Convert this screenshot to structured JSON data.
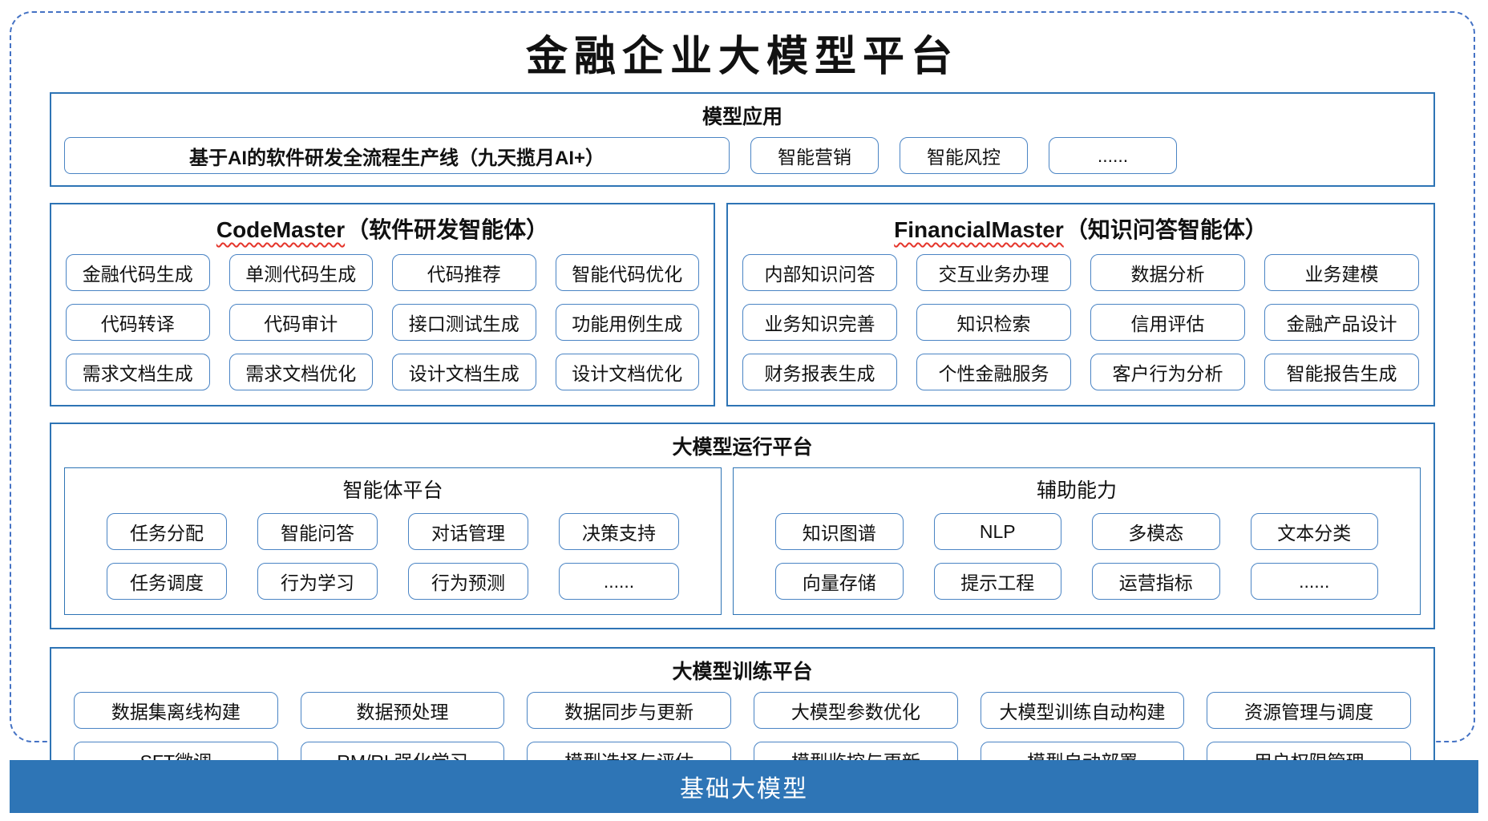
{
  "title": "金融企业大模型平台",
  "colors": {
    "frame_dashed": "#4472C4",
    "section_border": "#2E74B5",
    "pill_border": "#4A84C4",
    "footer_bg": "#2E75B6",
    "footer_text": "#FFFFFF",
    "squiggle": "#E5352B"
  },
  "app_layer": {
    "title": "模型应用",
    "pipeline": "基于AI的软件研发全流程生产线（九天揽月AI+）",
    "items": [
      "智能营销",
      "智能风控",
      "......"
    ]
  },
  "code_master": {
    "name": "CodeMaster",
    "subtitle": "（软件研发智能体）",
    "items": [
      "金融代码生成",
      "单测代码生成",
      "代码推荐",
      "智能代码优化",
      "代码转译",
      "代码审计",
      "接口测试生成",
      "功能用例生成",
      "需求文档生成",
      "需求文档优化",
      "设计文档生成",
      "设计文档优化"
    ]
  },
  "financial_master": {
    "name": "FinancialMaster",
    "subtitle": "（知识问答智能体）",
    "items": [
      "内部知识问答",
      "交互业务办理",
      "数据分析",
      "业务建模",
      "业务知识完善",
      "知识检索",
      "信用评估",
      "金融产品设计",
      "财务报表生成",
      "个性金融服务",
      "客户行为分析",
      "智能报告生成"
    ]
  },
  "runtime_platform": {
    "title": "大模型运行平台",
    "agent_platform": {
      "title": "智能体平台",
      "items": [
        "任务分配",
        "智能问答",
        "对话管理",
        "决策支持",
        "任务调度",
        "行为学习",
        "行为预测",
        "......"
      ]
    },
    "aux_capabilities": {
      "title": "辅助能力",
      "items": [
        "知识图谱",
        "NLP",
        "多模态",
        "文本分类",
        "向量存储",
        "提示工程",
        "运营指标",
        "......"
      ]
    }
  },
  "training_platform": {
    "title": "大模型训练平台",
    "items": [
      "数据集离线构建",
      "数据预处理",
      "数据同步与更新",
      "大模型参数优化",
      "大模型训练自动构建",
      "资源管理与调度",
      "SFT微调",
      "RM/RL强化学习",
      "模型选择与评估",
      "模型监控与更新",
      "模型自动部署",
      "用户权限管理"
    ]
  },
  "foundation": {
    "label": "基础大模型"
  }
}
